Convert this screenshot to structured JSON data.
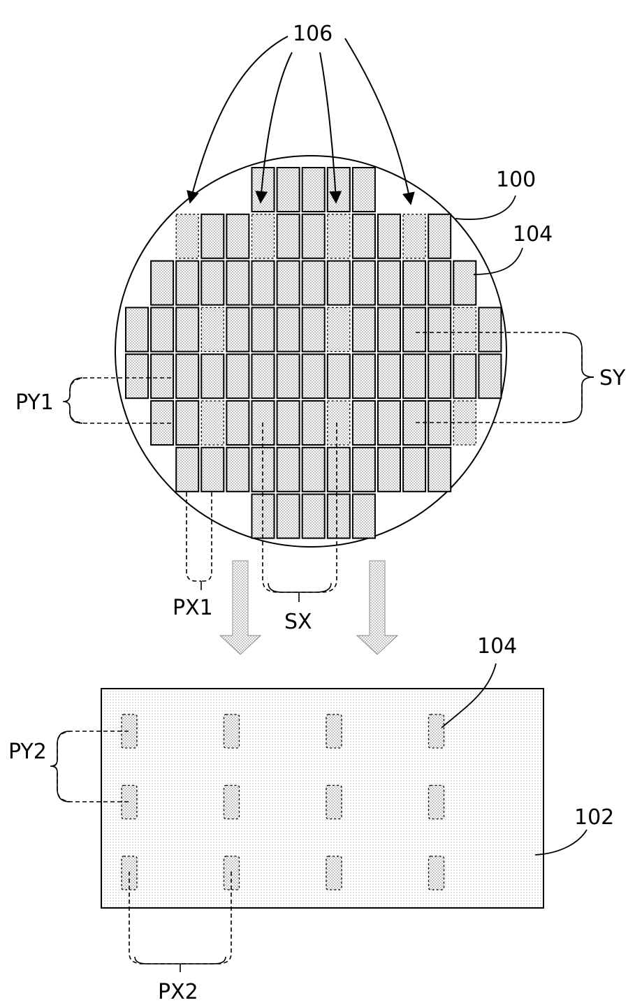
{
  "labels": {
    "ref_106": "106",
    "ref_100": "100",
    "ref_104_wafer": "104",
    "ref_sy": "SY",
    "ref_py1": "PY1",
    "ref_px1": "PX1",
    "ref_sx": "SX",
    "ref_104_substrate": "104",
    "ref_py2": "PY2",
    "ref_102": "102",
    "ref_px2": "PX2"
  },
  "wafer": {
    "rows": [
      {
        "first_col": 5,
        "count": 5
      },
      {
        "first_col": 2,
        "count": 11
      },
      {
        "first_col": 1,
        "count": 13
      },
      {
        "first_col": 0,
        "count": 15
      },
      {
        "first_col": 0,
        "count": 15
      },
      {
        "first_col": 1,
        "count": 13
      },
      {
        "first_col": 2,
        "count": 11
      },
      {
        "first_col": 5,
        "count": 5
      }
    ],
    "dashed_dies": [
      [
        1,
        2
      ],
      [
        1,
        5
      ],
      [
        1,
        8
      ],
      [
        1,
        11
      ],
      [
        3,
        3
      ],
      [
        3,
        8
      ],
      [
        3,
        13
      ],
      [
        5,
        3
      ],
      [
        5,
        8
      ],
      [
        5,
        13
      ]
    ]
  },
  "substrate": {
    "rows": 3,
    "cols": 4
  },
  "colors": {
    "line": "#000000",
    "die_fill": "#d6d6d6",
    "substrate_fill": "#f3f3f3"
  }
}
